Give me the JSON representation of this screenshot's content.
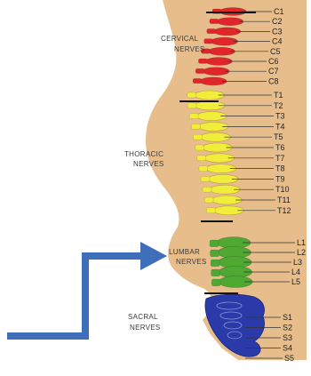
{
  "regions": [
    {
      "key": "cervical",
      "line1": "CERVICAL",
      "line2": "NERVES",
      "color": "#e0262b"
    },
    {
      "key": "thoracic",
      "line1": "THORACIC",
      "line2": "NERVES",
      "color": "#f2ec3a"
    },
    {
      "key": "lumbar",
      "line1": "LUMBAR",
      "line2": "NERVES",
      "color": "#4fa832"
    },
    {
      "key": "sacral",
      "line1": "SACRAL",
      "line2": "NERVES",
      "color": "#2a3aa8"
    }
  ],
  "levels": {
    "cervical": [
      "C1",
      "C2",
      "C3",
      "C4",
      "C5",
      "C6",
      "C7",
      "C8"
    ],
    "thoracic": [
      "T1",
      "T2",
      "T3",
      "T4",
      "T5",
      "T6",
      "T7",
      "T8",
      "T9",
      "T10",
      "T11",
      "T12"
    ],
    "lumbar": [
      "L1",
      "L2",
      "L3",
      "L4",
      "L5"
    ],
    "sacral": [
      "S1",
      "S2",
      "S3",
      "S4",
      "S5"
    ]
  },
  "colors": {
    "body": "#e7bd8c",
    "arrow": "#3f6fba"
  },
  "arrow": {
    "points_to": "lumbar"
  }
}
